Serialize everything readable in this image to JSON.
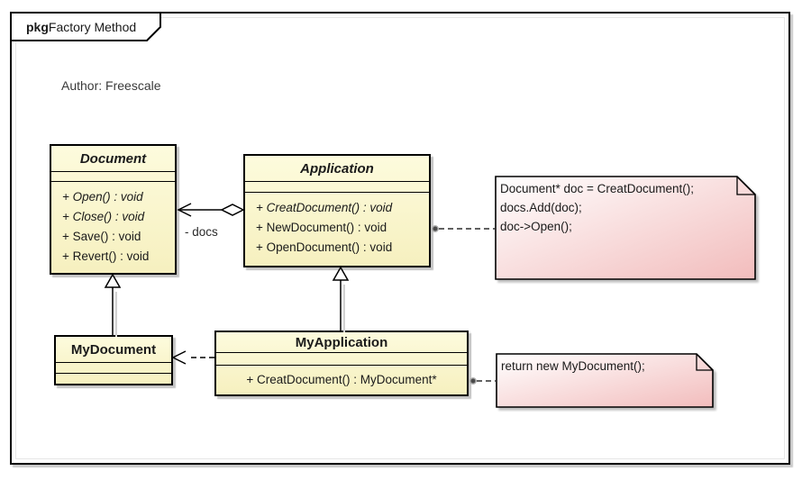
{
  "frame": {
    "tab_keyword": "pkg",
    "tab_title": "Factory Method"
  },
  "author_text": "Author: Freescale",
  "classes": {
    "document": {
      "name": "Document",
      "abstract": true,
      "methods": [
        {
          "text": "+ Open() : void",
          "abstract": true
        },
        {
          "text": "+ Close() : void",
          "abstract": true
        },
        {
          "text": "+ Save() : void",
          "abstract": false
        },
        {
          "text": "+ Revert() : void",
          "abstract": false
        }
      ]
    },
    "application": {
      "name": "Application",
      "abstract": true,
      "methods": [
        {
          "text": "+ CreatDocument() : void",
          "abstract": true
        },
        {
          "text": "+ NewDocument() : void",
          "abstract": false
        },
        {
          "text": "+ OpenDocument() : void",
          "abstract": false
        }
      ]
    },
    "mydocument": {
      "name": "MyDocument",
      "abstract": false,
      "methods": []
    },
    "myapplication": {
      "name": "MyApplication",
      "abstract": false,
      "methods": [
        {
          "text": "+ CreatDocument() : MyDocument*",
          "abstract": false
        }
      ]
    }
  },
  "relations": {
    "aggregation_label": "- docs"
  },
  "notes": {
    "note1": {
      "lines": [
        "Document* doc = CreatDocument();",
        "docs.Add(doc);",
        "doc->Open();"
      ]
    },
    "note2": {
      "lines": [
        "return new MyDocument();"
      ]
    }
  },
  "colors": {
    "class_fill_top": "#fdfbdd",
    "class_fill_bottom": "#f6f0bf",
    "note_gradient_from": "#ffffff",
    "note_gradient_to": "#f2bcbc",
    "line": "#000000",
    "shadow": "#c4c4c4"
  }
}
